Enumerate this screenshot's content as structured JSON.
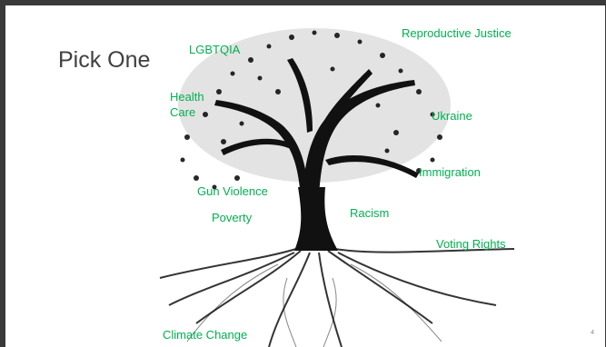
{
  "slide": {
    "title": "Pick One",
    "slide_number": "4"
  },
  "topics": [
    {
      "label": "LGBTQIA"
    },
    {
      "label": "Reproductive Justice"
    },
    {
      "label": "Health"
    },
    {
      "label": "Care"
    },
    {
      "label": "Ukraine"
    },
    {
      "label": "Immigration"
    },
    {
      "label": "Gun Violence"
    },
    {
      "label": "Poverty"
    },
    {
      "label": "Racism"
    },
    {
      "label": "Voting Rights"
    },
    {
      "label": "Climate Change"
    }
  ],
  "image": {
    "icon": "tree-with-roots-icon"
  },
  "colors": {
    "topic_text": "#00b050",
    "title_text": "#404040",
    "tree": "#111111"
  }
}
